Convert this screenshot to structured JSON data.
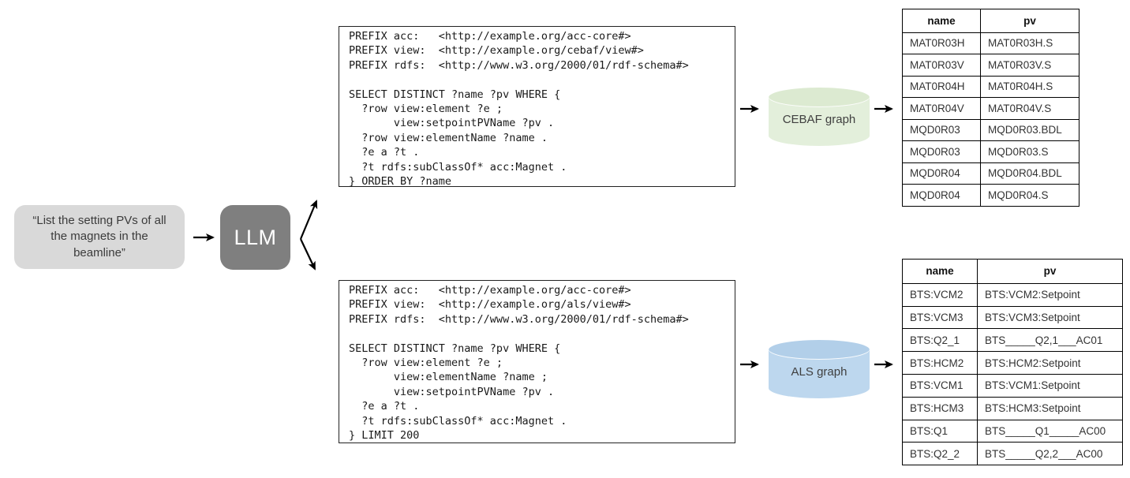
{
  "diagram": {
    "prompt": {
      "text": "“List the setting PVs of all the magnets in the beamline”"
    },
    "llm": {
      "label": "LLM"
    },
    "branches": {
      "cebaf": {
        "query": "PREFIX acc:   <http://example.org/acc-core#>\nPREFIX view:  <http://example.org/cebaf/view#>\nPREFIX rdfs:  <http://www.w3.org/2000/01/rdf-schema#>\n\nSELECT DISTINCT ?name ?pv WHERE {\n  ?row view:element ?e ;\n       view:setpointPVName ?pv .\n  ?row view:elementName ?name .\n  ?e a ?t .\n  ?t rdfs:subClassOf* acc:Magnet .\n} ORDER BY ?name",
        "graph_label": "CEBAF graph",
        "table": {
          "headers": [
            "name",
            "pv"
          ],
          "rows": [
            [
              "MAT0R03H",
              "MAT0R03H.S"
            ],
            [
              "MAT0R03V",
              "MAT0R03V.S"
            ],
            [
              "MAT0R04H",
              "MAT0R04H.S"
            ],
            [
              "MAT0R04V",
              "MAT0R04V.S"
            ],
            [
              "MQD0R03",
              "MQD0R03.BDL"
            ],
            [
              "MQD0R03",
              "MQD0R03.S"
            ],
            [
              "MQD0R04",
              "MQD0R04.BDL"
            ],
            [
              "MQD0R04",
              "MQD0R04.S"
            ]
          ]
        }
      },
      "als": {
        "query": "PREFIX acc:   <http://example.org/acc-core#>\nPREFIX view:  <http://example.org/als/view#>\nPREFIX rdfs:  <http://www.w3.org/2000/01/rdf-schema#>\n\nSELECT DISTINCT ?name ?pv WHERE {\n  ?row view:element ?e ;\n       view:elementName ?name ;\n       view:setpointPVName ?pv .\n  ?e a ?t .\n  ?t rdfs:subClassOf* acc:Magnet .\n} LIMIT 200",
        "graph_label": "ALS graph",
        "table": {
          "headers": [
            "name",
            "pv"
          ],
          "rows": [
            [
              "BTS:VCM2",
              "BTS:VCM2:Setpoint"
            ],
            [
              "BTS:VCM3",
              "BTS:VCM3:Setpoint"
            ],
            [
              "BTS:Q2_1",
              "BTS_____Q2,1___AC01"
            ],
            [
              "BTS:HCM2",
              "BTS:HCM2:Setpoint"
            ],
            [
              "BTS:VCM1",
              "BTS:VCM1:Setpoint"
            ],
            [
              "BTS:HCM3",
              "BTS:HCM3:Setpoint"
            ],
            [
              "BTS:Q1",
              "BTS_____Q1_____AC00"
            ],
            [
              "BTS:Q2_2",
              "BTS_____Q2,2___AC00"
            ]
          ]
        }
      }
    },
    "colors": {
      "prompt_box": "#d9d9d9",
      "llm_box": "#7f7f7f",
      "cebaf_graph_fill": "#e3efdb",
      "als_graph_fill": "#bdd7ee",
      "arrow": "#000000",
      "table_border": "#000000"
    }
  }
}
